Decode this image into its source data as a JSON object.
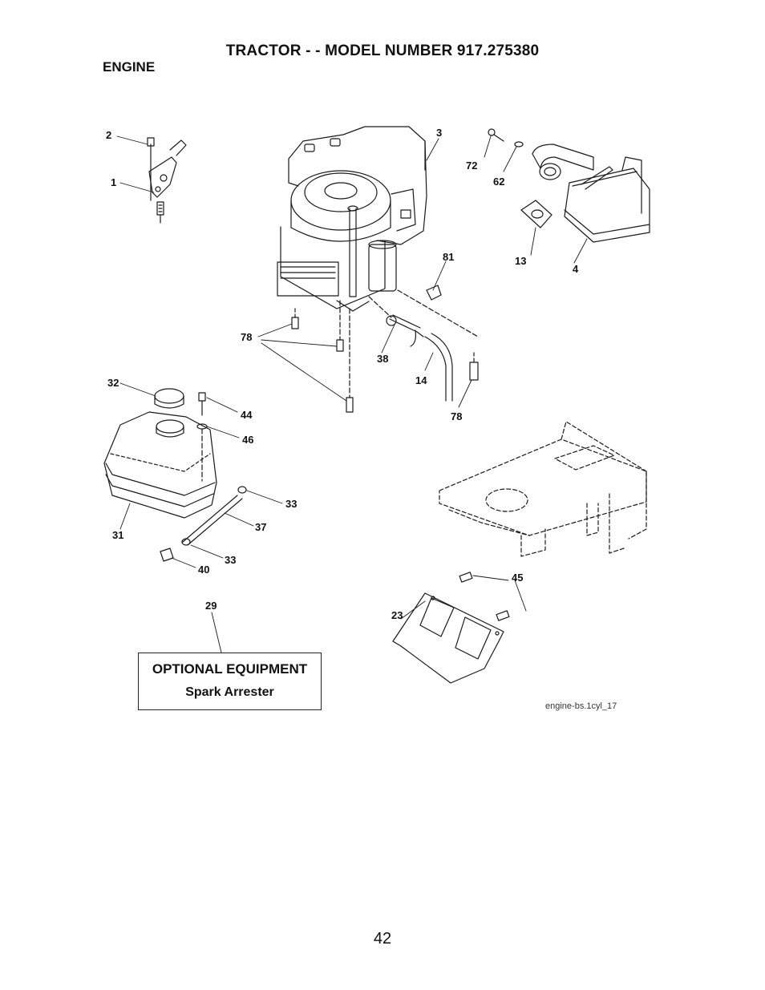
{
  "header": {
    "title": "TRACTOR - - MODEL NUMBER  917.275380",
    "section": "ENGINE"
  },
  "callouts": {
    "c1": "1",
    "c2": "2",
    "c3": "3",
    "c4": "4",
    "c13": "13",
    "c14": "14",
    "c23": "23",
    "c29": "29",
    "c31": "31",
    "c32": "32",
    "c33a": "33",
    "c33b": "33",
    "c37": "37",
    "c38": "38",
    "c40": "40",
    "c44": "44",
    "c45": "45",
    "c46": "46",
    "c62": "62",
    "c72": "72",
    "c78a": "78",
    "c78b": "78",
    "c81": "81"
  },
  "optional_box": {
    "line1": "OPTIONAL EQUIPMENT",
    "line2": "Spark Arrester"
  },
  "figure_id": "engine-bs.1cyl_17",
  "page_number": "42"
}
